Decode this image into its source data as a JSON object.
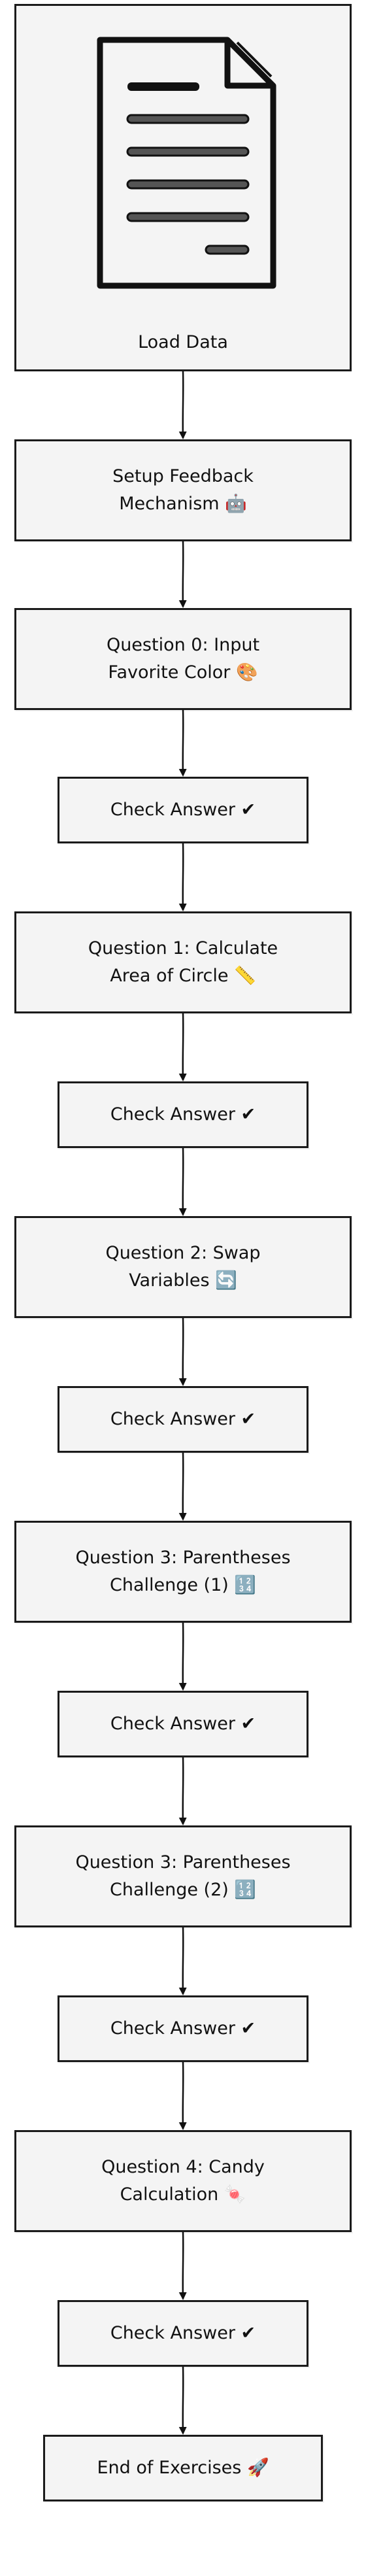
{
  "flow": {
    "start": {
      "label": "Load Data",
      "icon": "document-icon"
    },
    "steps": [
      {
        "id": "setup",
        "label": "Setup Feedback\nMechanism 🤖"
      },
      {
        "id": "q0",
        "label": "Question 0: Input\nFavorite Color 🎨"
      },
      {
        "id": "check0",
        "label": "Check Answer ✔"
      },
      {
        "id": "q1",
        "label": "Question 1: Calculate\nArea of Circle 📏"
      },
      {
        "id": "check1",
        "label": "Check Answer ✔"
      },
      {
        "id": "q2",
        "label": "Question 2: Swap\nVariables 🔄"
      },
      {
        "id": "check2",
        "label": "Check Answer ✔"
      },
      {
        "id": "q3a",
        "label": "Question 3: Parentheses\nChallenge (1) 🔢"
      },
      {
        "id": "check3a",
        "label": "Check Answer ✔"
      },
      {
        "id": "q3b",
        "label": "Question 3: Parentheses\nChallenge (2) 🔢"
      },
      {
        "id": "check3b",
        "label": "Check Answer ✔"
      },
      {
        "id": "q4",
        "label": "Question 4: Candy\nCalculation 🍬"
      },
      {
        "id": "check4",
        "label": "Check Answer ✔"
      },
      {
        "id": "end",
        "label": "End of Exercises 🚀"
      }
    ]
  }
}
